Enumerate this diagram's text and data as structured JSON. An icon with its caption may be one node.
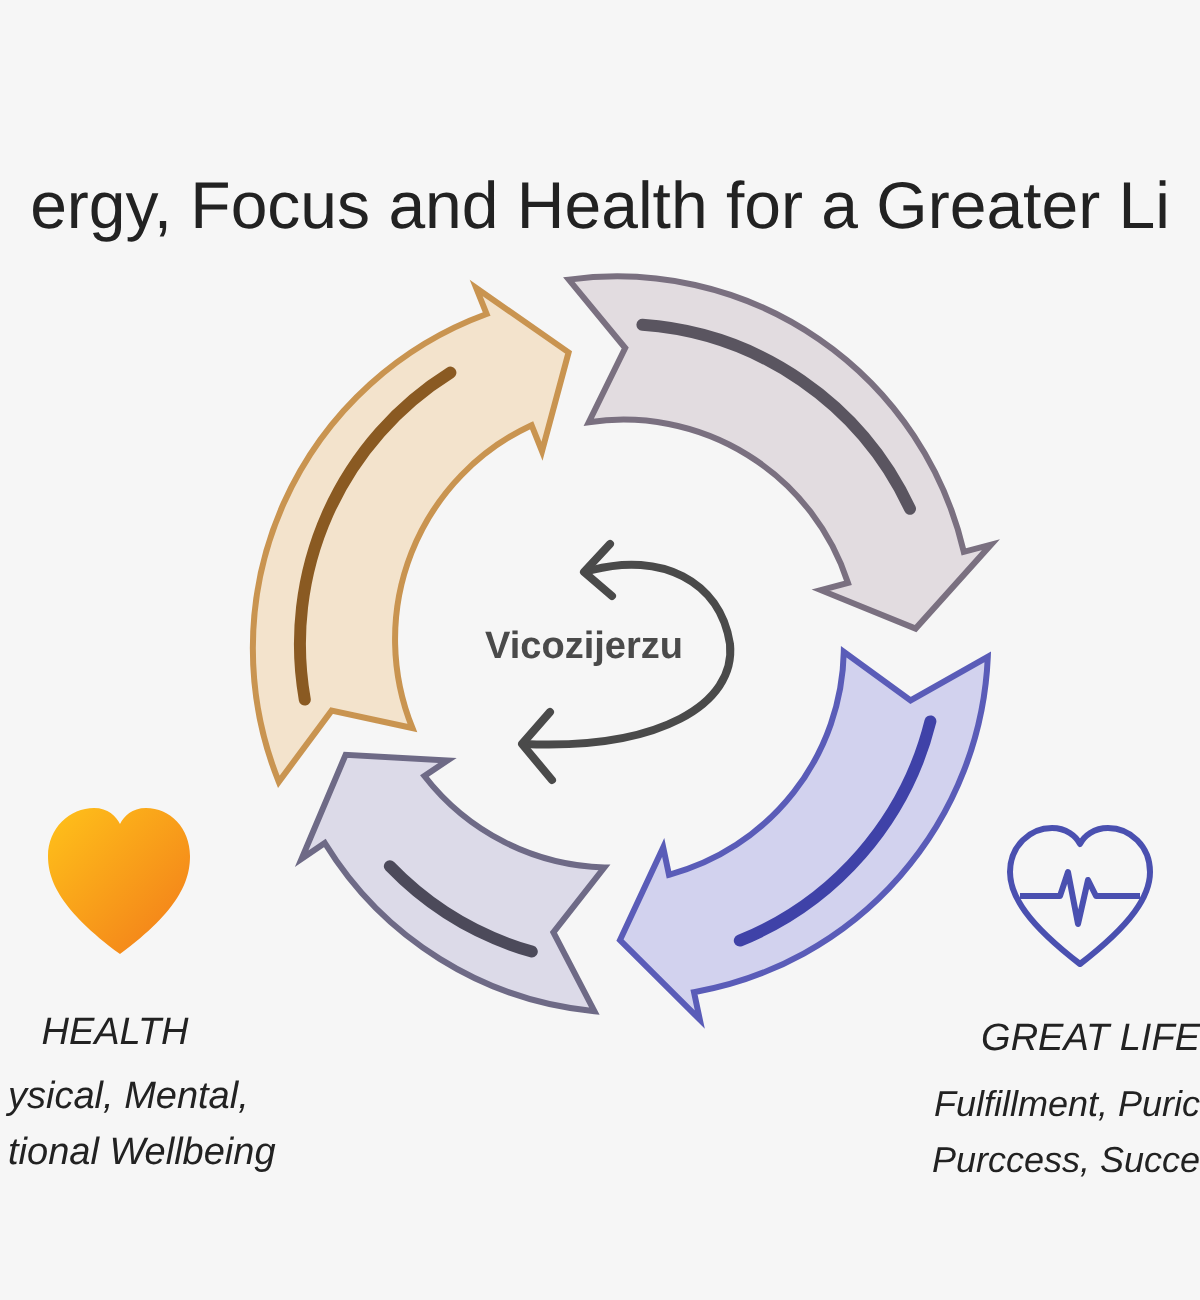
{
  "diagram": {
    "title": "ergy, Focus and Health for a Greater Li",
    "labels": [
      "Vicozijerzu",
      "HEALTH",
      "ysical, Mental, tional Wellbeing",
      "GREAT LIFE",
      "Fulfillment, Puric Purccess, Succe"
    ]
  }
}
